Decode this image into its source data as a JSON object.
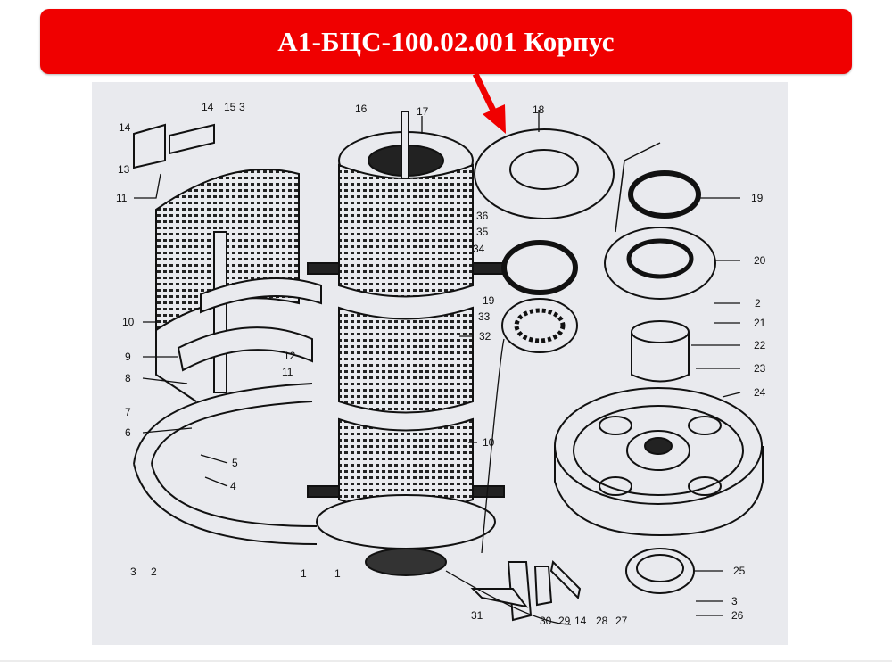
{
  "title": "А1-БЦС-100.02.001 Корпус",
  "colors": {
    "banner": "#f00000",
    "drawing_bg": "#e9eaee",
    "ink": "#111111"
  },
  "callouts": [
    "14",
    "14",
    "15",
    "3",
    "13",
    "11",
    "16",
    "17",
    "18",
    "19",
    "36",
    "35",
    "34",
    "20",
    "19",
    "33",
    "2",
    "21",
    "32",
    "22",
    "23",
    "10",
    "9",
    "12",
    "11",
    "8",
    "7",
    "24",
    "6",
    "5",
    "10",
    "4",
    "3",
    "2",
    "1",
    "1",
    "25",
    "3",
    "31",
    "30",
    "29",
    "14",
    "28",
    "27",
    "26"
  ]
}
